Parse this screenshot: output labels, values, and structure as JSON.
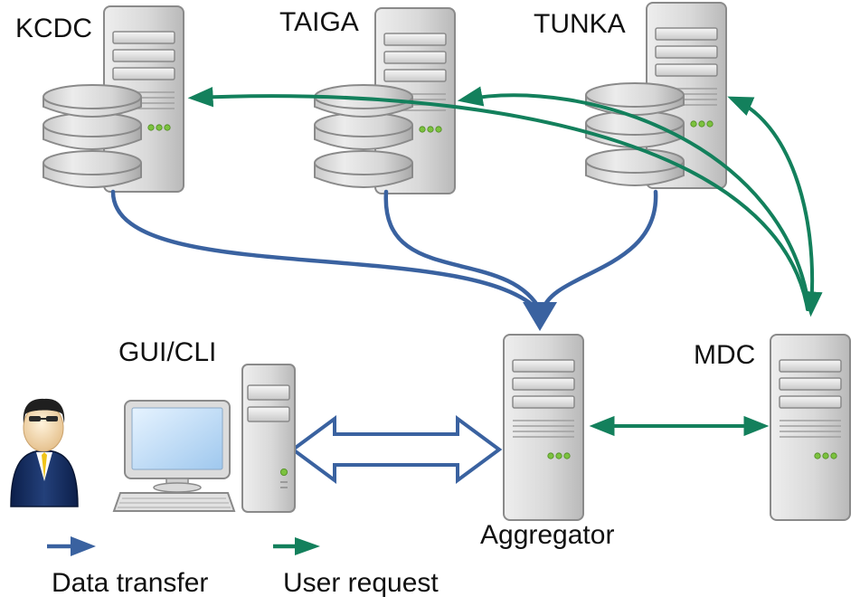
{
  "nodes": {
    "kcdc": "KCDC",
    "taiga": "TAIGA",
    "tunka": "TUNKA",
    "gui_cli": "GUI/CLI",
    "aggregator": "Aggregator",
    "mdc": "MDC"
  },
  "legend": {
    "data_transfer": "Data transfer",
    "user_request": "User request"
  },
  "colors": {
    "data_transfer": "#3a62a0",
    "user_request": "#13805c",
    "server_body": "#d4d4d4",
    "server_edge": "#8a8a8a",
    "status_led": "#7cc23f"
  },
  "icons": [
    "server-icon",
    "database-icon",
    "monitor-icon",
    "keyboard-icon",
    "user-icon",
    "bidirectional-arrow-icon"
  ]
}
